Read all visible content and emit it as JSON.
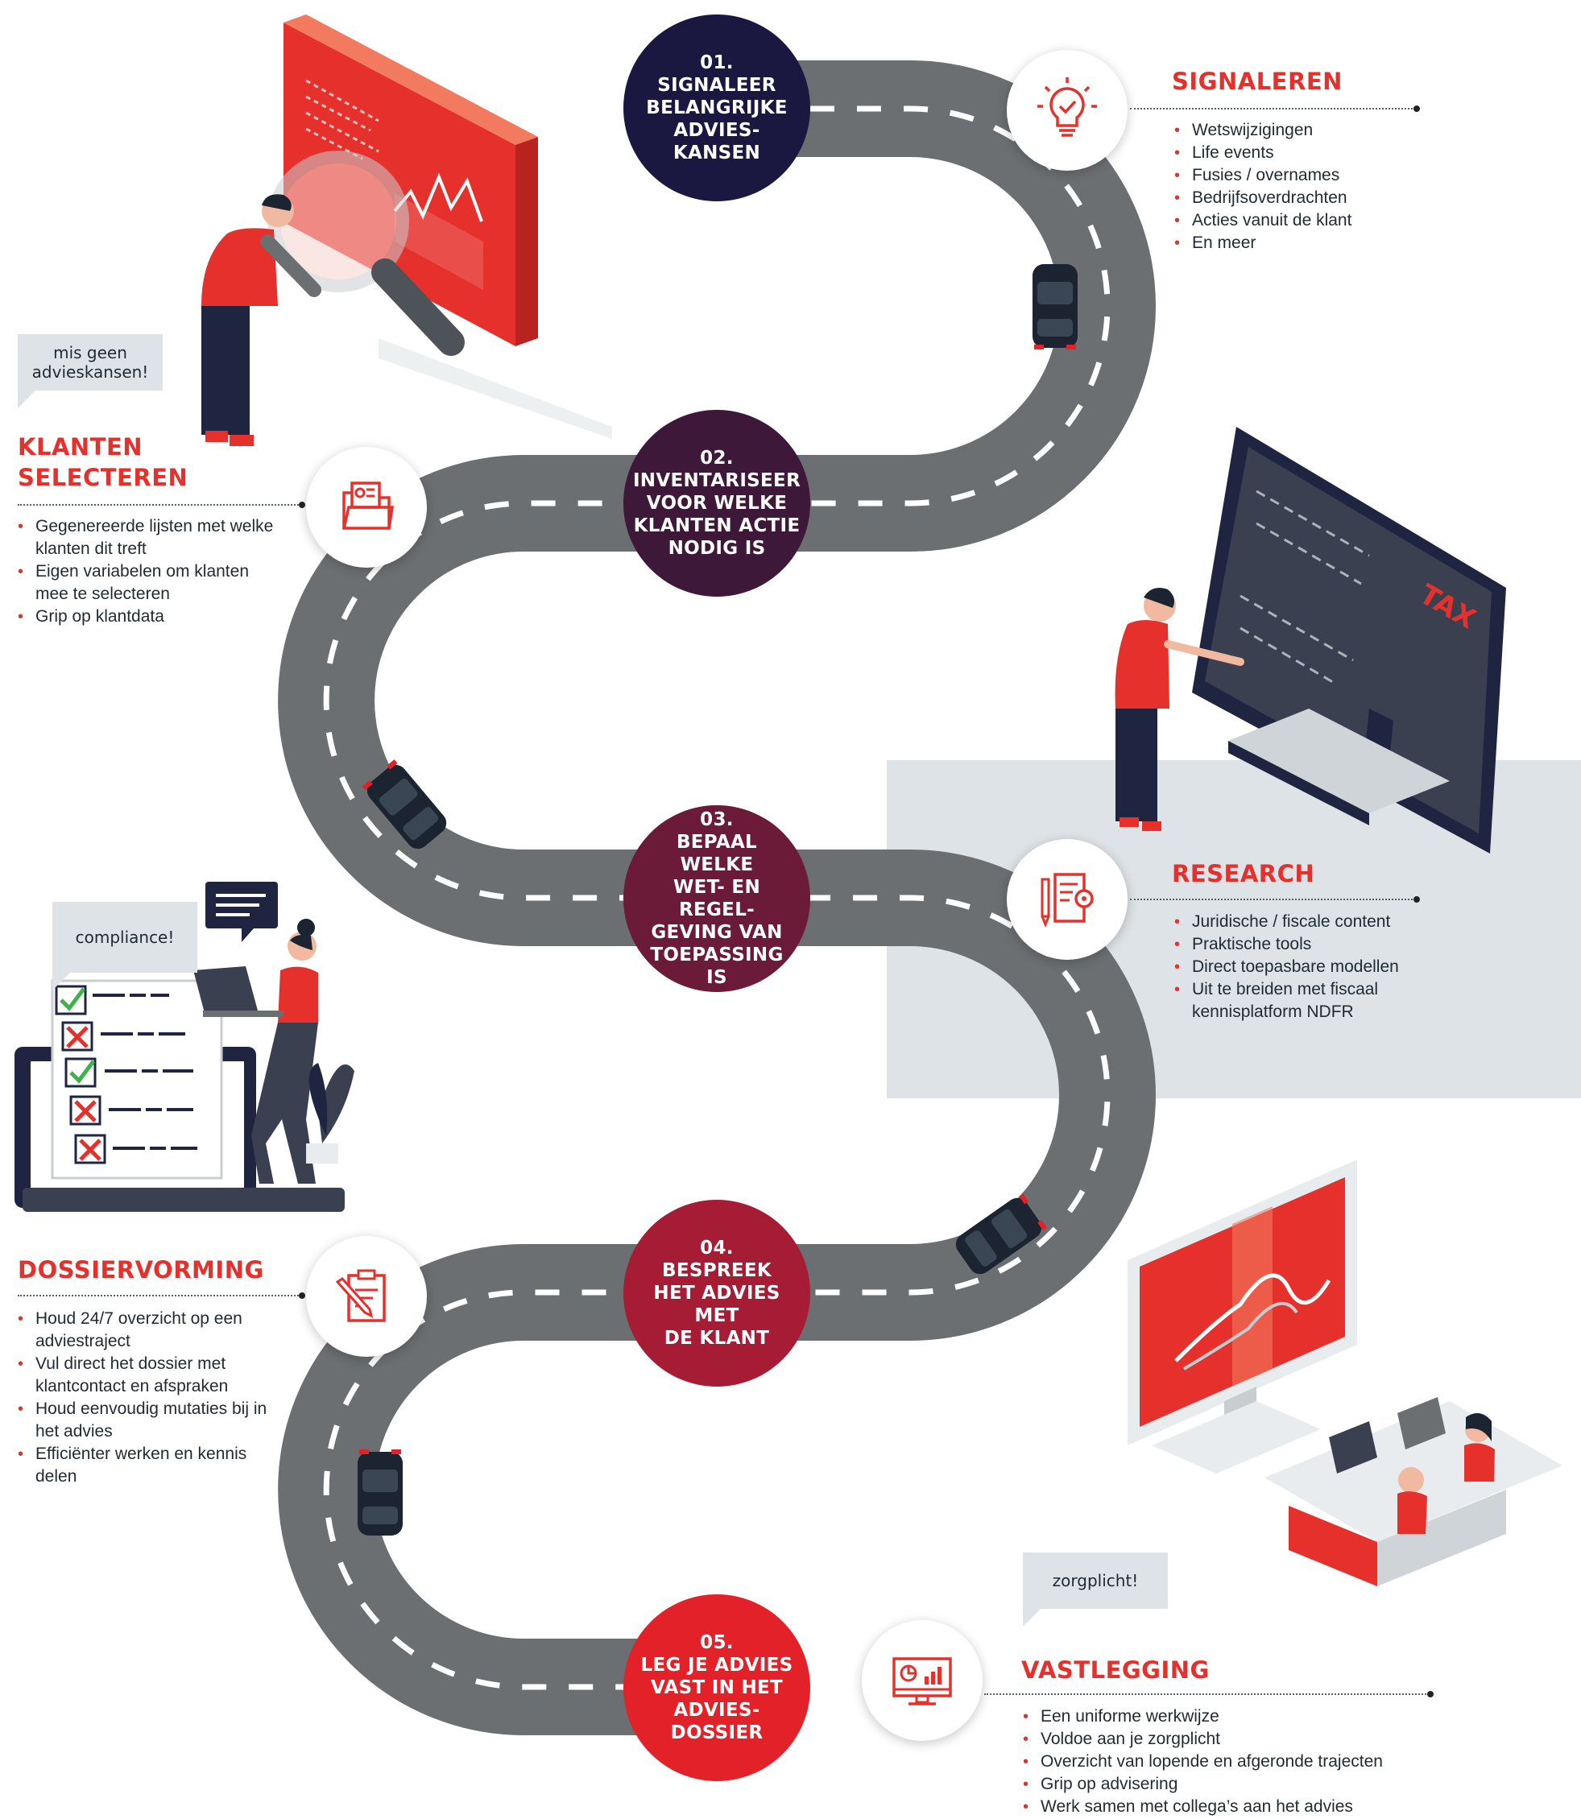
{
  "steps": [
    {
      "number": "01.",
      "title": "SIGNALEER\nBELANGRIJKE\nADVIES-\nKANSEN",
      "color": "#1a1840"
    },
    {
      "number": "02.",
      "title": "INVENTARISEER\nVOOR WELKE\nKLANTEN ACTIE\nNODIG IS",
      "color": "#3d1838"
    },
    {
      "number": "03.",
      "title": "BEPAAL WELKE\nWET- EN REGEL-\nGEVING VAN\nTOEPASSING IS",
      "color": "#6b1a38"
    },
    {
      "number": "04.",
      "title": "BESPREEK\nHET ADVIES\nMET\nDE KLANT",
      "color": "#a51c34"
    },
    {
      "number": "05.",
      "title": "LEG JE ADVIES\nVAST IN HET\nADVIES-\nDOSSIER",
      "color": "#e32128"
    }
  ],
  "sections": {
    "signaleren": {
      "title": "SIGNALEREN",
      "icon": "lightbulb-icon",
      "items": [
        "Wetswijzigingen",
        "Life events",
        "Fusies / overnames",
        "Bedrijfsoverdrachten",
        "Acties vanuit de klant",
        "En meer"
      ]
    },
    "klanten_selecteren": {
      "title": "KLANTEN\nSELECTEREN",
      "icon": "client-folder-icon",
      "items": [
        "Gegenereerde lijsten met welke klanten dit treft",
        "Eigen variabelen om klanten mee te selecteren",
        "Grip op klantdata"
      ]
    },
    "research": {
      "title": "RESEARCH",
      "icon": "document-gear-icon",
      "items": [
        "Juridische / fiscale content",
        "Praktische tools",
        "Direct toepasbare modellen",
        "Uit te breiden met fiscaal kennisplatform NDFR"
      ]
    },
    "dossiervorming": {
      "title": "DOSSIERVORMING",
      "icon": "clipboard-pen-icon",
      "items": [
        "Houd 24/7 overzicht op een adviestraject",
        "Vul direct het dossier met klantcontact en afspraken",
        "Houd eenvoudig mutaties bij in het advies",
        "Efficiënter werken en kennis delen"
      ]
    },
    "vastlegging": {
      "title": "VASTLEGGING",
      "icon": "monitor-chart-icon",
      "items": [
        "Een uniforme werkwijze",
        "Voldoe aan je zorgplicht",
        "Overzicht van lopende en afgeronde trajecten",
        "Grip op advisering",
        "Werk samen met collega’s aan het advies"
      ]
    }
  },
  "bubbles": {
    "advieskansen": "mis geen\nadvieskansen!",
    "compliance": "compliance!",
    "zorgplicht": "zorgplicht!"
  },
  "illustration_text": {
    "tax": "TAX"
  },
  "colors": {
    "accent": "#e5302b",
    "road": "#6b6f72",
    "navy": "#1a1840",
    "panel": "#dde3e6"
  }
}
